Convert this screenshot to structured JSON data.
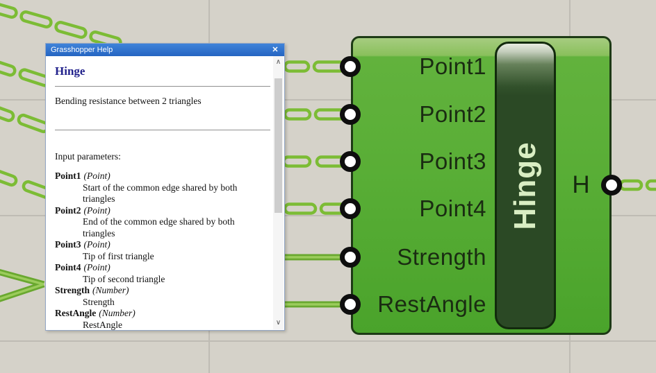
{
  "window": {
    "title": "Grasshopper Help",
    "heading": "Hinge",
    "description": "Bending resistance between 2 triangles",
    "section_label": "Input parameters:",
    "params": [
      {
        "name": "Point1",
        "type": "(Point)",
        "desc": "Start of the common edge shared by both triangles"
      },
      {
        "name": "Point2",
        "type": "(Point)",
        "desc": "End of the common edge shared by both triangles"
      },
      {
        "name": "Point3",
        "type": "(Point)",
        "desc": "Tip of first triangle"
      },
      {
        "name": "Point4",
        "type": "(Point)",
        "desc": "Tip of second triangle"
      },
      {
        "name": "Strength",
        "type": "(Number)",
        "desc": "Strength"
      },
      {
        "name": "RestAngle",
        "type": "(Number)",
        "desc": "RestAngle"
      }
    ]
  },
  "component": {
    "capsule_label": "Hinge",
    "inputs": [
      {
        "label": "Point1"
      },
      {
        "label": "Point2"
      },
      {
        "label": "Point3"
      },
      {
        "label": "Point4"
      },
      {
        "label": "Strength"
      },
      {
        "label": "RestAngle"
      }
    ],
    "output_label": "H"
  },
  "icons": {
    "close": "✕",
    "scroll_up": "∧",
    "scroll_down": "∨"
  },
  "colors": {
    "canvas_bg": "#d5d2c9",
    "grid_line": "#bfbcb4",
    "wire_green": "#7cbc35",
    "wire_solid_dark": "#69a82f",
    "wire_solid_light": "#9bcc5b",
    "component_green": "#5fb13c",
    "component_border": "#1d3a15",
    "capsule_dark": "#2b4925",
    "capsule_text": "#d9eec3",
    "label_text": "#1a2c12",
    "titlebar_blue": "#2e6fc9",
    "heading_navy": "#22228c"
  }
}
